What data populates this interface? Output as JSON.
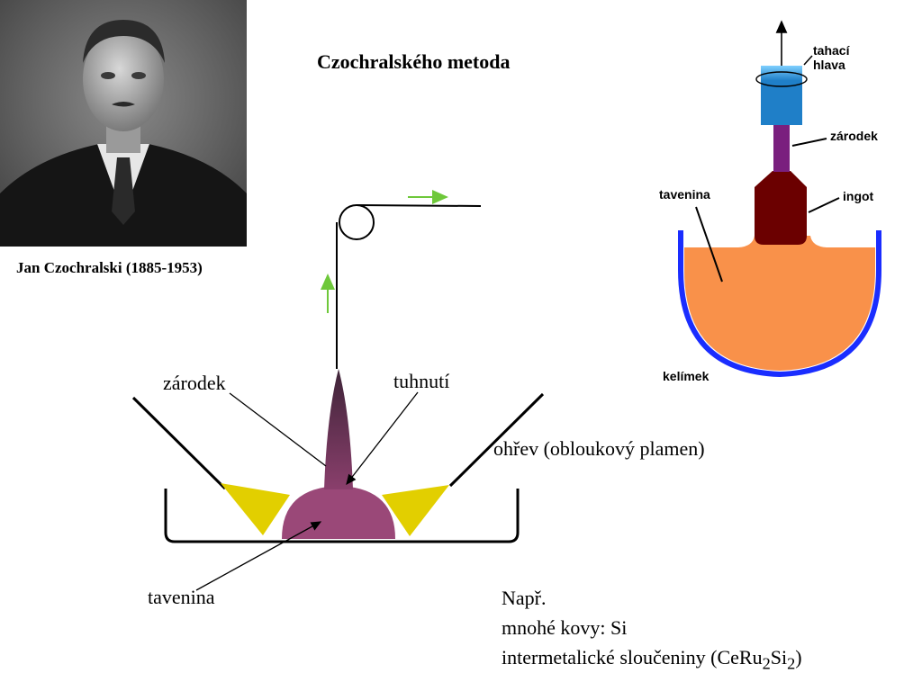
{
  "title": "Czochralského metoda",
  "portrait": {
    "caption": "Jan Czochralski (1885-1953)"
  },
  "left_diagram": {
    "labels": {
      "seed": "zárodek",
      "solidification": "tuhnutí",
      "heating": "ohřev (obloukový plamen)",
      "melt": "tavenina"
    },
    "colors": {
      "melt": "#9a4878",
      "crystal_top": "#3e2438",
      "crystal_bottom": "#8a3f6c",
      "flame": "#e2cf00",
      "arrow": "#6ec83a"
    }
  },
  "right_diagram": {
    "labels": {
      "pull_head_line1": "tahací",
      "pull_head_line2": "hlava",
      "seed": "zárodek",
      "melt": "tavenina",
      "ingot": "ingot",
      "crucible": "kelímek"
    },
    "colors": {
      "pull_head": "#1f7fc8",
      "seed": "#7a1f7e",
      "ingot": "#6b0000",
      "melt": "#f9914a",
      "crucible": "#1a2dff"
    }
  },
  "note": {
    "line1": "Např.",
    "line2": "mnohé kovy:  Si",
    "line3_prefix": "intermetalické sloučeniny (CeRu",
    "line3_sub1": "2",
    "line3_mid": "Si",
    "line3_sub2": "2",
    "line3_suffix": ")"
  }
}
